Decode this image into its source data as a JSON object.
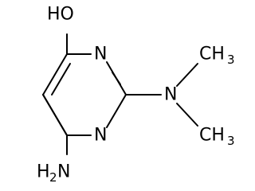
{
  "molecule": {
    "labels": {
      "hydroxyl": "HO",
      "ring_n_top": "N",
      "ring_n_bottom": "N",
      "dimethylamino_n": "N",
      "methyl_top": "CH",
      "methyl_top_sub": "3",
      "methyl_bottom": "CH",
      "methyl_bottom_sub": "3",
      "amino": "H",
      "amino_sub": "2",
      "amino_n": "N"
    },
    "colors": {
      "bond": "#000000",
      "text": "#000000",
      "background": "#ffffff"
    }
  }
}
